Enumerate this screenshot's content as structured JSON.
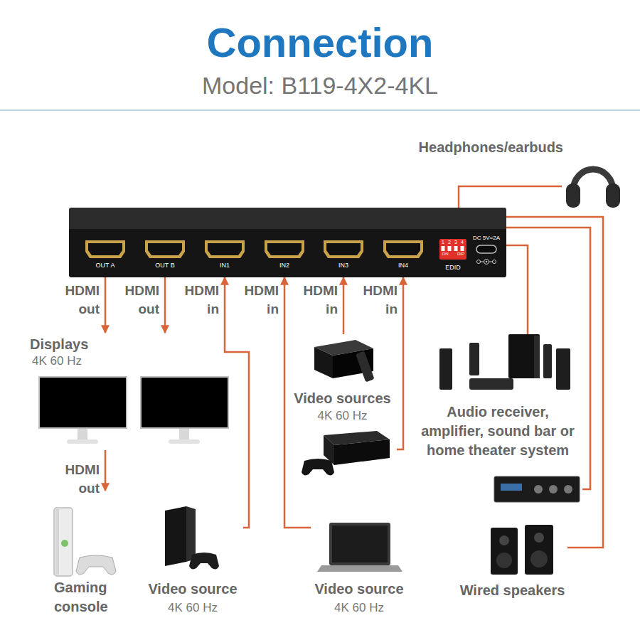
{
  "diagram": {
    "title": "Connection",
    "nodes": [
      {
        "text": [
          "Headphones/earbuds"
        ]
      },
      {
        "text": [
          "EDID",
          "DC 5V=2A"
        ]
      },
      {
        "text": [
          "OUT A"
        ],
        "in": 1
      },
      {
        "text": [
          "OUT B"
        ],
        "in": 1
      },
      {
        "text": [
          "IN1"
        ],
        "in": 1
      },
      {
        "text": [
          "IN2"
        ],
        "in": 1
      },
      {
        "text": [
          "IN3"
        ],
        "in": 1
      },
      {
        "text": [
          "IN4"
        ],
        "in": 1
      },
      {
        "text": [
          "Displays",
          "4K 60 Hz"
        ]
      },
      {
        "text": [
          "Video sources",
          "4K 60 Hz"
        ]
      },
      {
        "text": [
          "Audio receiver, amplifier, sound bar or home theater system"
        ]
      },
      {
        "text": [
          "Gaming console"
        ]
      },
      {
        "text": [
          "Video source",
          "4K 60 Hz"
        ]
      },
      {
        "text": [
          "Video source",
          "4K 60 Hz"
        ]
      },
      {
        "text": [
          "Wired speakers"
        ]
      }
    ],
    "edges": [
      {
        "from": 2,
        "to": 8,
        "label": "HDMI out",
        "arrow": "to"
      },
      {
        "from": 3,
        "to": 8,
        "label": "HDMI out",
        "arrow": "to"
      },
      {
        "from": 12,
        "to": 4,
        "label": "HDMI in",
        "arrow": "to"
      },
      {
        "from": 13,
        "to": 5,
        "label": "HDMI in",
        "arrow": "to"
      },
      {
        "from": 9,
        "to": 6,
        "label": "HDMI in",
        "arrow": "to"
      },
      {
        "from": 9,
        "to": 7,
        "label": "HDMI in",
        "arrow": "to"
      },
      {
        "from": 8,
        "to": 11,
        "label": "HDMI out",
        "arrow": "to"
      },
      {
        "from": 1,
        "to": 0,
        "arrow": "none"
      },
      {
        "from": 1,
        "to": 10,
        "arrow": "none"
      },
      {
        "from": 1,
        "to": 10,
        "arrow": "none"
      },
      {
        "from": 1,
        "to": 14,
        "arrow": "none"
      }
    ],
    "labels": [
      "Model: B119-4X2-4KL",
      "1",
      "2",
      "3",
      "4",
      "ON",
      "DIP"
    ]
  }
}
